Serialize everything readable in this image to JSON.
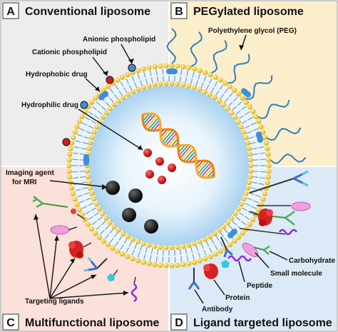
{
  "quadrants": {
    "a": {
      "letter": "A",
      "title": "Conventional liposome",
      "bg": "#ededed"
    },
    "b": {
      "letter": "B",
      "title": "PEGylated liposome",
      "bg": "#fbeecb"
    },
    "c": {
      "letter": "C",
      "title": "Multifunctional liposome",
      "bg": "#fbe1d9"
    },
    "d": {
      "letter": "D",
      "title": "Ligand targeted liposome",
      "bg": "#dce9f6"
    }
  },
  "annotations": {
    "anionic": "Anionic phospholipid",
    "cationic": "Cationic phospholipid",
    "hydrophobic": "Hydrophobic drug",
    "hydrophilic": "Hydrophilic drug",
    "imaging_1": "Imaging agent",
    "imaging_2": "for MRI",
    "targeting": "Targeting ligands",
    "peg": "Polyethylene glycol (PEG)",
    "carbohydrate": "Carbohydrate",
    "small_molecule": "Small molecule",
    "peptide": "Peptide",
    "protein": "Protein",
    "antibody": "Antibody"
  },
  "colors": {
    "head": "#f2c318",
    "tail": "#7b8fa6",
    "core": "#cfe7f8",
    "drug": "#d61a1a",
    "mri": "#111111",
    "hydrophobic_drug": "#3f8fd6",
    "peg": "#2f7fc0"
  }
}
